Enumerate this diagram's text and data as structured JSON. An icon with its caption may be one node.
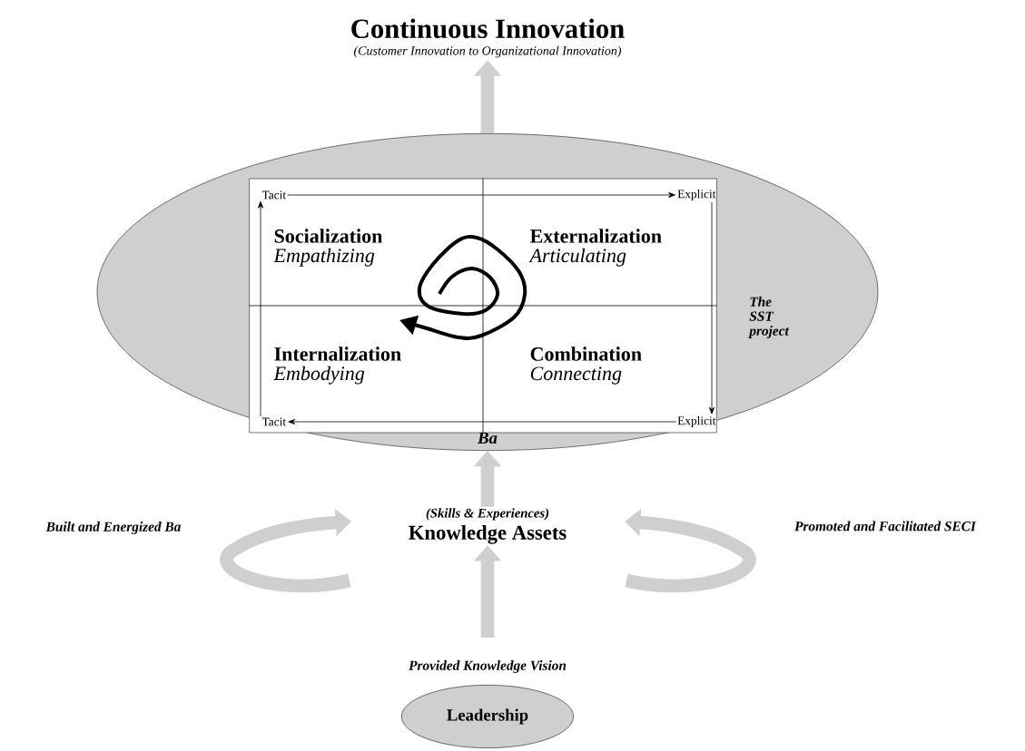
{
  "diagram": {
    "nodes": [
      {
        "text": [
          "Continuous Innovation",
          "(Customer Innovation to Organizational Innovation)"
        ]
      },
      {
        "text": [
          "Ba",
          "The SST project"
        ]
      },
      {
        "text": [],
        "shape": "box",
        "in": 1
      },
      {
        "text": [
          "Socialization",
          "Empathizing"
        ],
        "in": 2
      },
      {
        "text": [
          "Externalization",
          "Articulating"
        ],
        "in": 2
      },
      {
        "text": [
          "Internalization",
          "Embodying"
        ],
        "in": 2
      },
      {
        "text": [
          "Combination",
          "Connecting"
        ],
        "in": 2
      },
      {
        "text": [
          "Tacit"
        ],
        "in": 2
      },
      {
        "text": [
          "Explicit"
        ],
        "in": 2
      },
      {
        "text": [
          "Explicit"
        ],
        "in": 2
      },
      {
        "text": [
          "Tacit"
        ],
        "in": 2
      },
      {
        "text": [
          "(Skills & Experiences)",
          "Knowledge Assets"
        ]
      },
      {
        "text": [
          "Leadership"
        ]
      }
    ],
    "edges": [
      {
        "from": 12,
        "to": 11,
        "arrow": "to",
        "label": "Provided Knowledge Vision",
        "style": "thick",
        "color": "#cfcfcf"
      },
      {
        "from": 11,
        "to": 1,
        "arrow": "to",
        "style": "thick",
        "color": "#cfcfcf"
      },
      {
        "from": 1,
        "to": 0,
        "arrow": "to",
        "style": "thick",
        "color": "#cfcfcf"
      },
      {
        "from": 7,
        "to": 8,
        "arrow": "to"
      },
      {
        "from": 8,
        "to": 9,
        "arrow": "to"
      },
      {
        "from": 9,
        "to": 10,
        "arrow": "to"
      },
      {
        "from": 10,
        "to": 7,
        "arrow": "to"
      }
    ],
    "labels": [
      "Built and Energized Ba",
      "Promoted and Facilitated SECI"
    ]
  }
}
